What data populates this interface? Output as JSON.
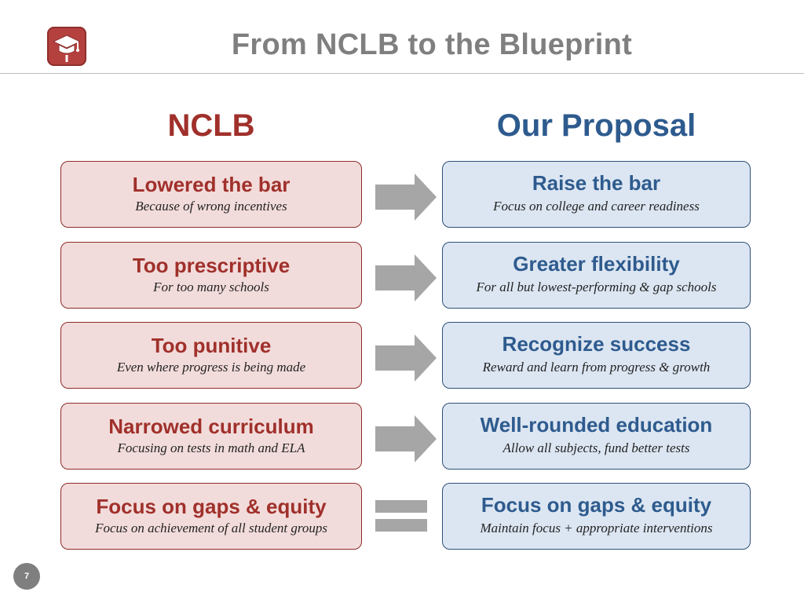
{
  "slide": {
    "title": "From NCLB to the Blueprint",
    "page_number": "7"
  },
  "logo": {
    "icon": "graduation-cap-icon",
    "color": "#b5413f"
  },
  "columns": {
    "left_heading": "NCLB",
    "right_heading": "Our Proposal"
  },
  "rows": [
    {
      "left": {
        "title": "Lowered the bar",
        "subtitle": "Because of wrong incentives"
      },
      "connector": "arrow",
      "right": {
        "title": "Raise the bar",
        "subtitle": "Focus on college and career readiness"
      }
    },
    {
      "left": {
        "title": "Too prescriptive",
        "subtitle": "For too many schools"
      },
      "connector": "arrow",
      "right": {
        "title": "Greater flexibility",
        "subtitle": "For all but lowest-performing & gap schools"
      }
    },
    {
      "left": {
        "title": "Too punitive",
        "subtitle": "Even where progress is being made"
      },
      "connector": "arrow",
      "right": {
        "title": "Recognize success",
        "subtitle": "Reward and learn from progress & growth"
      }
    },
    {
      "left": {
        "title": "Narrowed curriculum",
        "subtitle": "Focusing on tests in math and ELA"
      },
      "connector": "arrow",
      "right": {
        "title": "Well-rounded education",
        "subtitle": "Allow all subjects, fund better tests"
      }
    },
    {
      "left": {
        "title": "Focus on gaps & equity",
        "subtitle": "Focus on achievement of all student groups"
      },
      "connector": "equals",
      "right": {
        "title": "Focus on gaps & equity",
        "subtitle": "Maintain focus + appropriate interventions"
      }
    }
  ],
  "colors": {
    "left_accent": "#a0302b",
    "left_fill": "#f2dcdb",
    "right_accent": "#2e5b8e",
    "right_fill": "#dce6f2",
    "connector": "#a6a6a6"
  }
}
